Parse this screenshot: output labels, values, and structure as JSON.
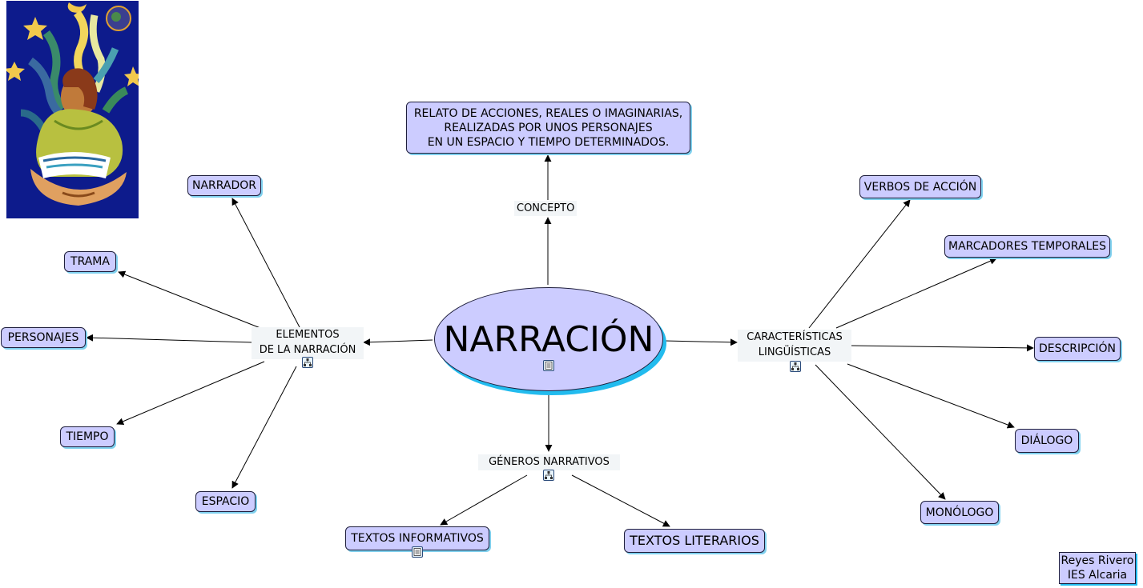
{
  "main": {
    "label": "NARRACIÓN"
  },
  "concept": {
    "link": "CONCEPTO",
    "definition": [
      "RELATO DE ACCIONES, REALES O IMAGINARIAS,",
      "REALIZADAS POR UNOS PERSONAJES",
      "EN UN ESPACIO Y TIEMPO DETERMINADOS."
    ]
  },
  "elements": {
    "link": [
      "ELEMENTOS",
      "DE LA NARRACIÓN"
    ],
    "items": [
      "NARRADOR",
      "TRAMA",
      "PERSONAJES",
      "TIEMPO",
      "ESPACIO"
    ]
  },
  "features": {
    "link": [
      "CARACTERÍSTICAS",
      "LINGÜÍSTICAS"
    ],
    "items": [
      "VERBOS DE ACCIÓN",
      "MARCADORES TEMPORALES",
      "DESCRIPCIÓN",
      "DIÁLOGO",
      "MONÓLOGO"
    ]
  },
  "genres": {
    "link": "GÉNEROS NARRATIVOS",
    "items": [
      "TEXTOS INFORMATIVOS",
      "TEXTOS LITERARIOS"
    ]
  },
  "credit": {
    "author": "Reyes Rivero",
    "school": "IES Alcaria"
  },
  "colors": {
    "node_fill": "#ccccff",
    "node_border": "#1e1e3c",
    "node_shadow": "#22bbee",
    "link_fill": "#f2f5f7",
    "picture_background": "#0d1b8c"
  },
  "icons": [
    "concept-map-icon",
    "document-icon",
    "storyteller-picture"
  ]
}
